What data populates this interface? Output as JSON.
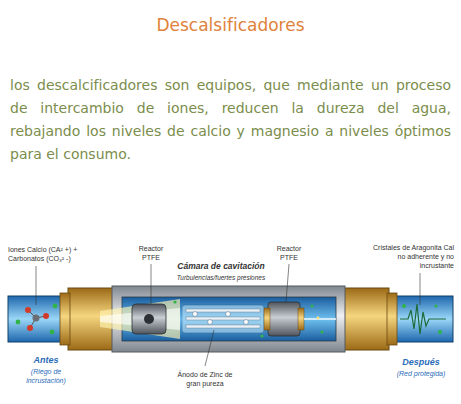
{
  "diagram": {
    "title": "Descalsificadores",
    "labels": [
      "los descalcificadores son equipos, que mediante un proceso de intercambio de iones, reducen la dureza del agua, rebajando los niveles de calcio y magnesio a niveles óptimos para el consumo.",
      "Iones Calcio (CA² +) + Carbonatos (CO₃² -)",
      "Reactor PTFE",
      "Cámara de cavitación",
      "Turbulencias/fuertes presiones",
      "Reactor PTFE",
      "Cristales de Aragonita Cal no adherente y no incrustante",
      "Antes",
      "(Riego de incrustación)",
      "Ánodo de Zinc de gran pureza",
      "Después",
      "(Red protegida)"
    ]
  }
}
